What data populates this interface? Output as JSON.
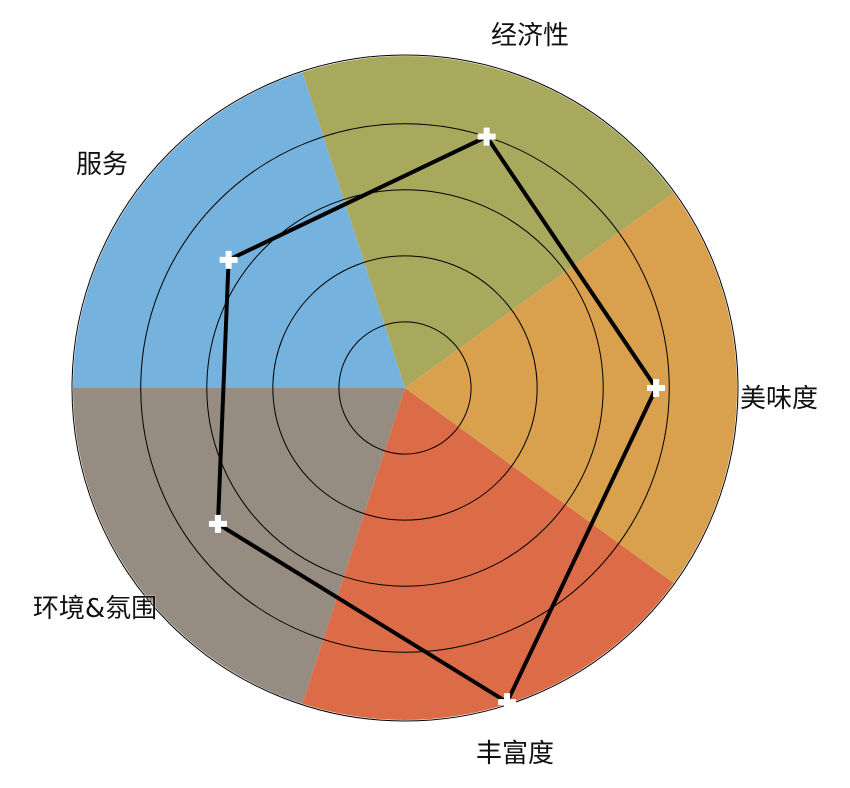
{
  "chart_data": {
    "type": "radar",
    "title": "",
    "axes": [
      "经济性",
      "美味度",
      "丰富度",
      "环境&氛围",
      "服务"
    ],
    "values": [
      4.0,
      3.8,
      5.0,
      3.5,
      3.3
    ],
    "range": [
      0,
      5
    ],
    "rings": 5,
    "sector_colors": [
      "#A9A95E",
      "#D9A04E",
      "#DC6C47",
      "#978C82",
      "#76B2DE"
    ],
    "line_color": "#000000",
    "marker_color": "#ffffff",
    "grid": true,
    "legend": "none"
  }
}
